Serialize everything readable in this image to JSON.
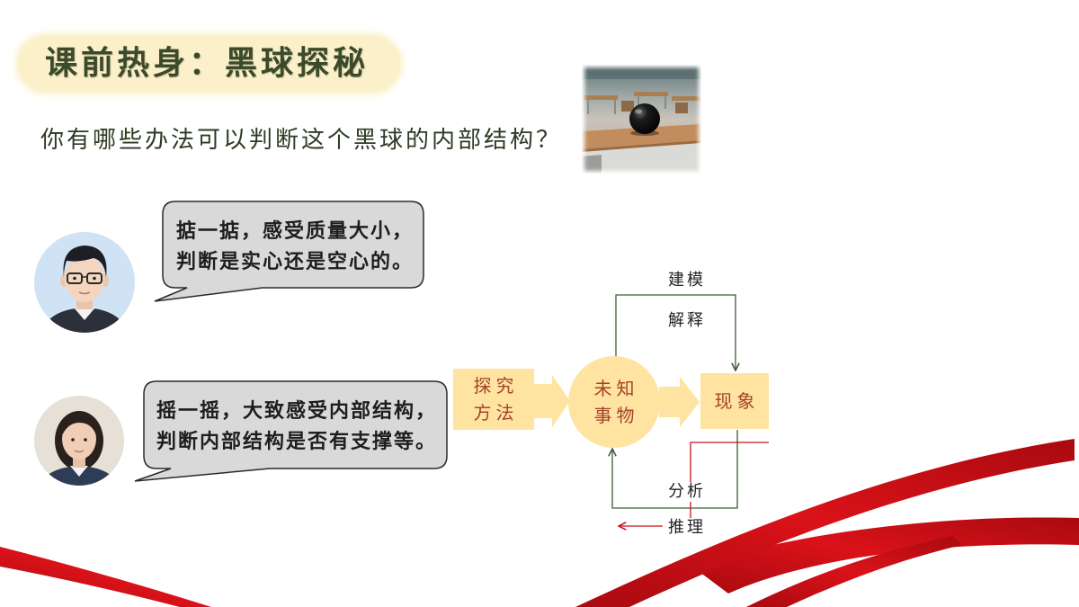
{
  "slide": {
    "title": "课前热身：黑球探秘",
    "question": "你有哪些办法可以判断这个黑球的内部结构？"
  },
  "icons": {
    "photo": "classroom-black-ball-photo",
    "student_1": "boy-avatar-icon",
    "student_2": "girl-avatar-icon"
  },
  "bubbles": [
    {
      "lines": [
        "掂一掂，感受质量大小，",
        "判断是实心还是空心的。"
      ]
    },
    {
      "lines": [
        "摇一摇，大致感受内部结构，",
        "判断内部结构是否有支撑等。"
      ]
    }
  ],
  "diagram": {
    "method_box": [
      "探究",
      "方法"
    ],
    "unknown_circle": [
      "未知",
      "事物"
    ],
    "phenomenon_box": "现象",
    "top_loop_labels": [
      "建模",
      "解释"
    ],
    "bottom_loop_labels": [
      "分析",
      "推理"
    ]
  },
  "colors": {
    "title_bg": "#FBF0C9",
    "title_text": "#3B4A2A",
    "question_text": "#2E3B24",
    "bubble_bg": "#D9D9D9",
    "bubble_stroke": "#2A2A2A",
    "box_bg": "#FFE3A0",
    "box_text": "#A4432B",
    "loop_line": "#3D5C36",
    "red_line": "#C8151B",
    "ribbon": "#DA1219"
  }
}
